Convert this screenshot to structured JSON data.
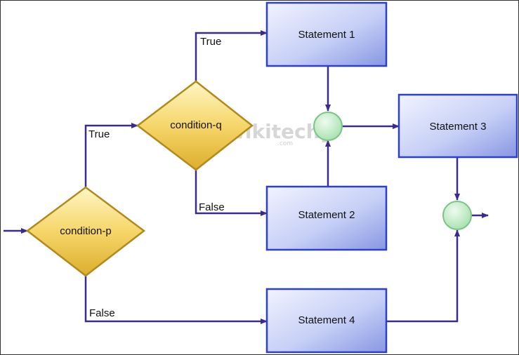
{
  "diagram": {
    "nodes": {
      "statement1": "Statement 1",
      "statement2": "Statement 2",
      "statement3": "Statement 3",
      "statement4": "Statement 4",
      "condition_p": "condition-p",
      "condition_q": "condition-q"
    },
    "edges": {
      "p_true": "True",
      "p_false": "False",
      "q_true": "True",
      "q_false": "False"
    }
  },
  "watermark": {
    "brand": "wikitechy",
    "domain": ".com"
  },
  "colors": {
    "arrow": "#3d2a8c",
    "statement_fill_light": "#eef0ff",
    "statement_fill_dark": "#8f9ee6",
    "statement_border": "#2c3fd0",
    "diamond_fill_light": "#fff3b8",
    "diamond_fill_dark": "#e2b732",
    "diamond_border": "#b08a1c",
    "junction_fill": "#c3efc7",
    "junction_border": "#7cc486"
  }
}
